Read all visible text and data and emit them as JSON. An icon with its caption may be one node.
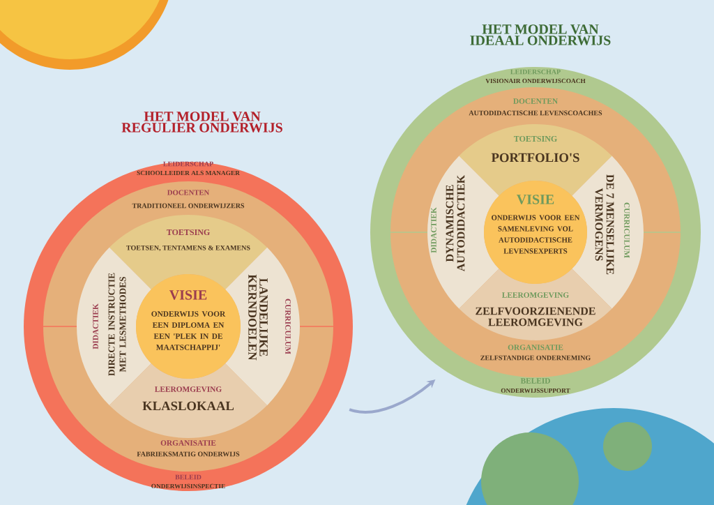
{
  "diagram": {
    "nodes": [
      {
        "text": [
          "HET MODEL VAN REGULIER ONDERWIJS",
          "LEIDERSCHAP",
          "SCHOOLLEIDER ALS MANAGER",
          "BELEID",
          "ONDERWIJSINSPECTIE"
        ]
      },
      {
        "text": [
          "DOCENTEN",
          "TRADITIONEEL ONDERWIJZERS",
          "ORGANISATIE",
          "FABRIEKSMATIG ONDERWIJS"
        ],
        "in": 0
      },
      {
        "text": [
          "TOETSING",
          "TOETSEN, TENTAMENS & EXAMENS"
        ],
        "in": 1
      },
      {
        "text": [
          "DIDACTIEK",
          "DIRECTE INSTRUCTIE MET LESMETHODES"
        ],
        "in": 1
      },
      {
        "text": [
          "CURRICULUM",
          "LANDELIJKE KERNDOELEN"
        ],
        "in": 1
      },
      {
        "text": [
          "LEEROMGEVING",
          "KLASLOKAAL"
        ],
        "in": 1
      },
      {
        "text": [
          "VISIE",
          "ONDERWIJS VOOR EEN DIPLOMA EN EEN 'PLEK IN DE MAATSCHAPPIJ'"
        ],
        "in": 1
      },
      {
        "text": [
          "HET MODEL VAN IDEAAL ONDERWIJS",
          "LEIDERSCHAP",
          "VISIONAIR ONDERWIJSCOACH",
          "BELEID",
          "ONDERWIJSSUPPORT"
        ]
      },
      {
        "text": [
          "DOCENTEN",
          "AUTODIDACTISCHE LEVENSCOACHES",
          "ORGANISATIE",
          "ZELFSTANDIGE ONDERNEMING"
        ],
        "in": 7
      },
      {
        "text": [
          "TOETSING",
          "PORTFOLIO'S"
        ],
        "in": 8
      },
      {
        "text": [
          "DIDACTIEK",
          "DYNAMISCHE AUTODIDACTIEK"
        ],
        "in": 8
      },
      {
        "text": [
          "CURRICULUM",
          "DE 7 MENSELIJKE VERMOGENS"
        ],
        "in": 8
      },
      {
        "text": [
          "LEEROMGEVING",
          "ZELFVOORZIENENDE LEEROMGEVING"
        ],
        "in": 8
      },
      {
        "text": [
          "VISIE",
          "ONDERWIJS VOOR EEN SAMENLEVING VOL AUTODIDACTISCHE LEVENSEXPERTS"
        ],
        "in": 8
      }
    ],
    "edges": [
      {
        "from": 0,
        "to": 7,
        "arrow": "to"
      }
    ]
  }
}
